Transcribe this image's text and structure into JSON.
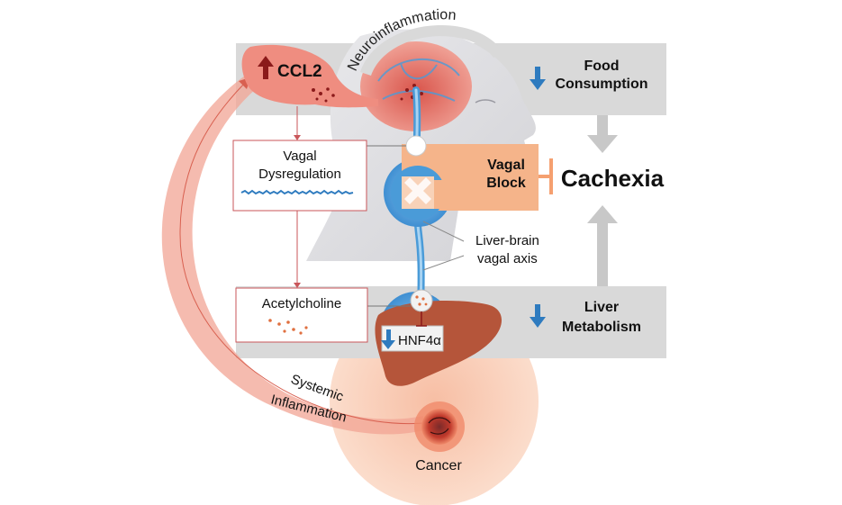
{
  "labels": {
    "neuroinflammation": "Neuroinflammation",
    "ccl2": "CCL2",
    "food_line1": "Food",
    "food_line2": "Consumption",
    "vagal_dys_line1": "Vagal",
    "vagal_dys_line2": "Dysregulation",
    "vagal_block_line1": "Vagal",
    "vagal_block_line2": "Block",
    "cachexia": "Cachexia",
    "axis_line1": "Liver-brain",
    "axis_line2": "vagal axis",
    "acetylcholine": "Acetylcholine",
    "liver_line1": "Liver",
    "liver_line2": "Metabolism",
    "hnf4a": "HNF4α",
    "systemic": "Systemic",
    "inflammation": "Inflammation",
    "cancer": "Cancer"
  },
  "colors": {
    "gray_band": "#d9d9d9",
    "arrow_gray": "#c8c8c8",
    "up_arrow": "#8b1a1a",
    "down_arrow": "#2e7bbf",
    "vagal_block": "#f5b48a",
    "inflammation_red": "#e8867a",
    "cancer_peach": "#f8c9b0",
    "liver": "#b5553a",
    "nerve_blue": "#4a9bd8"
  },
  "icons": [
    "up-arrow-icon",
    "down-arrow-icon",
    "block-x-icon",
    "head-silhouette-icon",
    "brain-icon",
    "liver-icon",
    "tumor-icon"
  ]
}
